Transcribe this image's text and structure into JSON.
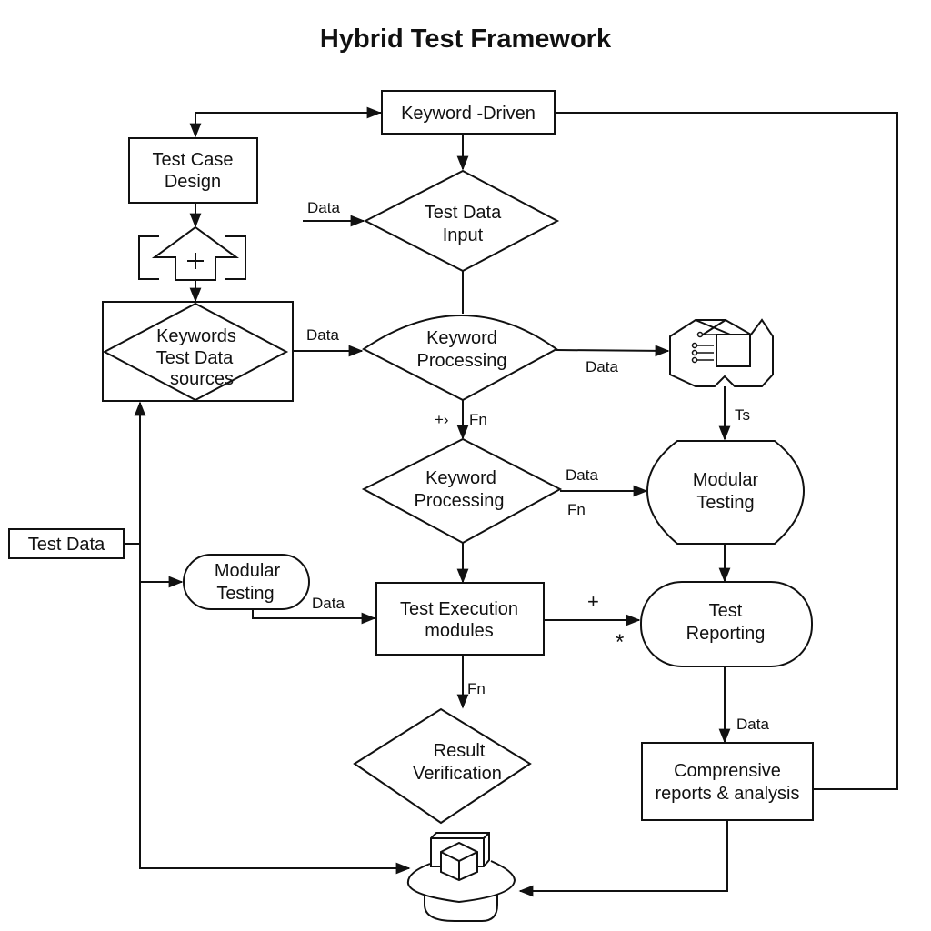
{
  "title": "Hybrid Test Framework",
  "nodes": {
    "keyword_driven": "Keyword -Driven",
    "test_case_design": [
      "Test Case",
      "Design"
    ],
    "test_data_input": [
      "Test Data",
      "Input"
    ],
    "keywords_sources": [
      "Keywords",
      "Test Data",
      "sources"
    ],
    "keyword_processing_1": [
      "Keyword",
      "Processing"
    ],
    "keyword_processing_2": [
      "Keyword",
      "Processing"
    ],
    "modular_testing_right": [
      "Modular",
      "Testing"
    ],
    "modular_testing_left": [
      "Modular",
      "Testing"
    ],
    "test_data": "Test Data",
    "test_execution": [
      "Test Execution",
      "modules"
    ],
    "test_reporting": [
      "Test",
      "Reporting"
    ],
    "result_verification": [
      "Result",
      "Verification"
    ],
    "reports": [
      "Comprensive",
      "reports & analysis"
    ]
  },
  "edge_labels": {
    "data_to_input": "Data",
    "data_sources_to_processing": "Data",
    "data_processing_to_icon": "Data",
    "ts": "Ts",
    "plus_arrow": "+›",
    "fn_processing": "Fn",
    "data_to_modular": "Data",
    "fn_to_modular": "Fn",
    "data_modular_to_exec": "Data",
    "plus": "+",
    "star": "*",
    "fn_to_verification": "Fn",
    "data_to_reports": "Data"
  },
  "icons": [
    "plus-up-arrow-icon",
    "component-module-icon",
    "database-cube-icon"
  ]
}
